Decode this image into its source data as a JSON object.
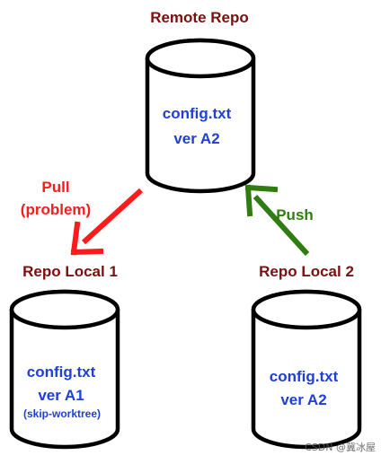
{
  "colors": {
    "title": "#7b1010",
    "body_text": "#1f3fd6",
    "pull": "#ff1b1b",
    "push": "#2f7d10",
    "stroke": "#000000",
    "watermark": "#555555"
  },
  "repos": {
    "remote": {
      "title": "Remote Repo",
      "line1": "config.txt",
      "line2": "ver A2",
      "note": ""
    },
    "local1": {
      "title": "Repo Local 1",
      "line1": "config.txt",
      "line2": "ver A1",
      "note": "(skip-worktree)"
    },
    "local2": {
      "title": "Repo Local 2",
      "line1": "config.txt",
      "line2": "ver A2",
      "note": ""
    }
  },
  "arrows": {
    "pull": {
      "line1": "Pull",
      "line2": "(problem)",
      "icon": "arrow-down-left"
    },
    "push": {
      "line1": "Push",
      "icon": "arrow-up-left"
    }
  },
  "watermark": "CSDN @冀冰屋"
}
